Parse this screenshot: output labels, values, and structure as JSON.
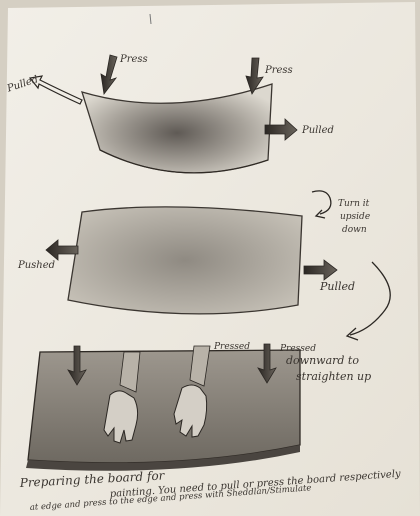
{
  "sketch": {
    "top_panel": {
      "press_left": "Press",
      "press_right": "Press",
      "pulled_left": "Pulled",
      "pulled_right": "Pulled"
    },
    "middle_panel": {
      "pushed": "Pushed",
      "pulled": "Pulled",
      "turn_note": [
        "Turn it",
        "upside",
        "down"
      ]
    },
    "bottom_panel": {
      "pressed_left": "Pressed",
      "pressed_right": "Pressed",
      "instruction": [
        "downward to",
        "straighten up"
      ]
    },
    "caption": [
      "Preparing the board for",
      "painting. You need to pull or press the board respectively",
      "at edge and press to the edge and press with Sheddlan/Stimulate"
    ]
  },
  "colors": {
    "paper": "#efece4",
    "graphite": "#2f2a25",
    "shadow": "#8e887e"
  }
}
